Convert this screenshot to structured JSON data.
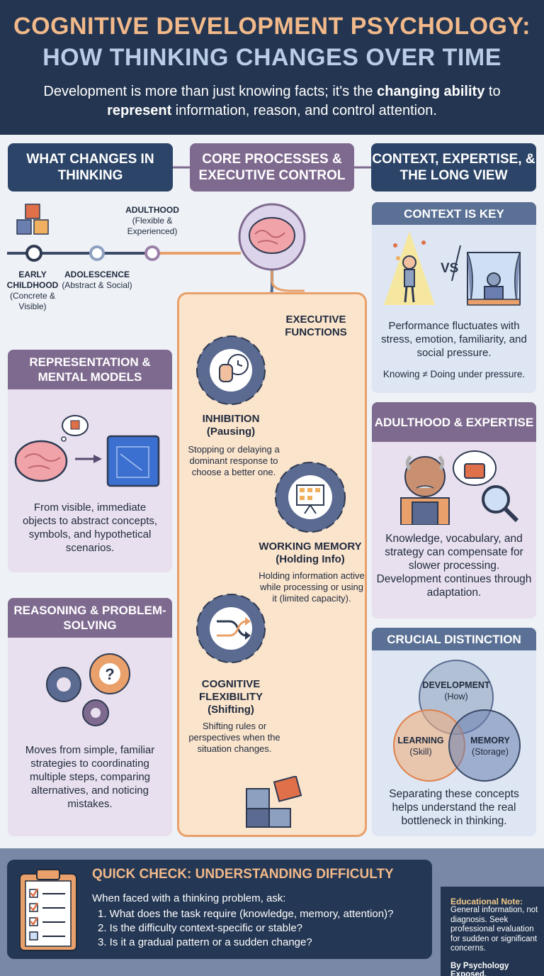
{
  "header": {
    "title_line1": "COGNITIVE DEVELOPMENT PSYCHOLOGY:",
    "title_line2": "HOW THINKING CHANGES OVER TIME",
    "subtitle_part1": "Development is more than just knowing facts; it's the ",
    "subtitle_bold1": "changing ability",
    "subtitle_part2": " to ",
    "subtitle_bold2": "represent",
    "subtitle_part3": " information, reason, and control attention."
  },
  "columns": {
    "left": "WHAT CHANGES IN THINKING",
    "center": "CORE PROCESSES & EXECUTIVE CONTROL",
    "right": "CONTEXT, EXPERTISE, & THE LONG VIEW"
  },
  "timeline": {
    "adulthood_title": "ADULTHOOD",
    "adulthood_desc": "(Flexible & Experienced)",
    "early_title": "EARLY CHILDHOOD",
    "early_desc": "(Concrete & Visible)",
    "adolescence_title": "ADOLESCENCE",
    "adolescence_desc": "(Abstract & Social)"
  },
  "representation": {
    "title": "REPRESENTATION & MENTAL MODELS",
    "text": "From visible, immediate objects to abstract concepts, symbols, and hypothetical scenarios."
  },
  "reasoning": {
    "title": "REASONING & PROBLEM-SOLVING",
    "text": "Moves from simple, familiar strategies to coordinating multiple steps, comparing alternatives, and noticing mistakes."
  },
  "executive": {
    "heading": "EXECUTIVE FUNCTIONS",
    "inhibition_title": "INHIBITION (Pausing)",
    "inhibition_text": "Stopping or delaying a dominant response to choose a better one.",
    "working_title": "WORKING MEMORY (Holding Info)",
    "working_text": "Holding information active while processing or using it (limited capacity).",
    "flex_title": "COGNITIVE FLEXIBILITY (Shifting)",
    "flex_text": "Shifting rules or perspectives when the situation changes."
  },
  "context": {
    "title": "CONTEXT IS KEY",
    "vs": "VS",
    "text": "Performance fluctuates with stress, emotion, familiarity, and social pressure.",
    "note": "Knowing ≠ Doing under pressure."
  },
  "adulthood": {
    "title": "ADULTHOOD & EXPERTISE",
    "text": "Knowledge, vocabulary, and strategy can compensate for slower processing. Development continues through adaptation."
  },
  "distinction": {
    "title": "CRUCIAL DISTINCTION",
    "dev_title": "DEVELOPMENT",
    "dev_sub": "(How)",
    "learn_title": "LEARNING",
    "learn_sub": "(Skill)",
    "mem_title": "MEMORY",
    "mem_sub": "(Storage)",
    "text": "Separating these concepts helps understand the real bottleneck in thinking."
  },
  "quick_check": {
    "title": "QUICK CHECK: UNDERSTANDING DIFFICULTY",
    "intro": "When faced with a thinking problem, ask:",
    "items": [
      "1. What does the task require (knowledge, memory, attention)?",
      "2. Is the difficulty context-specific or stable?",
      "3. Is it a gradual pattern or a sudden change?"
    ]
  },
  "note": {
    "title": "Educational Note:",
    "text": "General information, not diagnosis. Seek professional evaluation for sudden or significant concerns.",
    "credit": "By Psychology Exposed."
  },
  "colors": {
    "navy": "#2b4467",
    "purple": "#7f6a8f",
    "orange_accent": "#f2b98a",
    "lavender_panel": "#e8e0ee",
    "blue_panel": "#dde6f2"
  }
}
